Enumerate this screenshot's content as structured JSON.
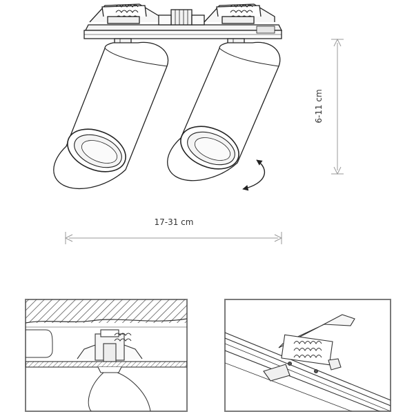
{
  "dimensions": {
    "height_label": "6-11 cm",
    "width_label": "17-31 cm"
  },
  "colors": {
    "line": "#222222",
    "dimension": "#9a9a9a",
    "panel_border": "#7a7a7a",
    "text": "#333333"
  },
  "views": {
    "main": "double-spotlight-fixture",
    "detail_left": "ceiling-installation-section",
    "detail_right": "spring-clip-mounting"
  }
}
